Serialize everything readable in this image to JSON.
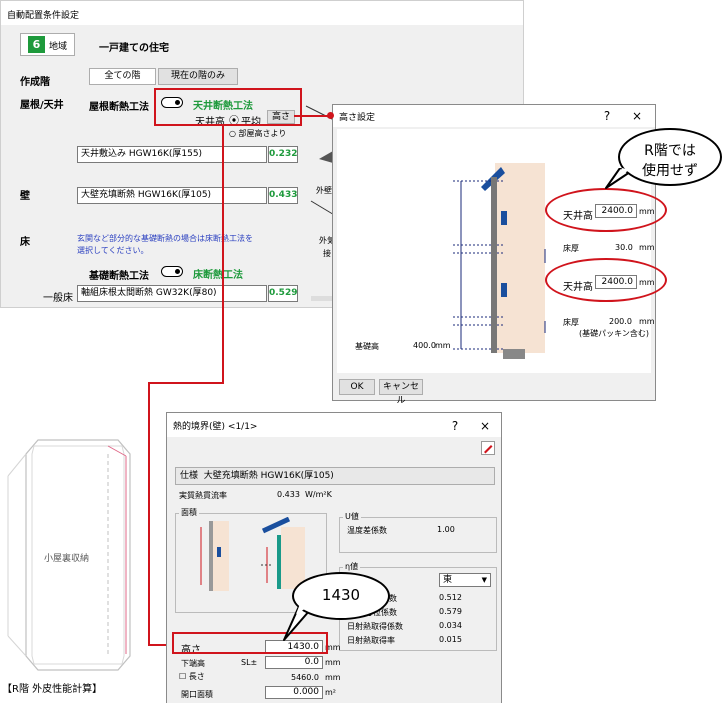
{
  "main_window": {
    "title": "自動配置条件設定",
    "region_number": "6",
    "region_label": "地域",
    "house_type": "一戸建ての住宅",
    "floor_label": "作成階",
    "floor_tab_all": "全ての階",
    "floor_tab_current": "現在の階のみ",
    "roof_label": "屋根/天井",
    "roof_insulation_label": "屋根断熱工法",
    "ceiling_insulation": "天井断熱工法",
    "ceiling_height_label": "天井高",
    "average_label": "平均",
    "height_button": "高さ",
    "room_height_option": "部屋高さより",
    "roof_spec": "天井敷込み HGW16K(厚155)",
    "roof_value": "0.232",
    "wall_label": "壁",
    "wall_spec": "大壁充填断熱 HGW16K(厚105)",
    "wall_value": "0.433",
    "outer_wall_label": "外壁",
    "floor_section_label": "床",
    "floor_note_line1": "玄関など部分的な基礎断熱の場合は床断熱工法を",
    "floor_note_line2": "選択してください。",
    "foundation_label": "基礎断熱工法",
    "floor_insulation": "床断熱工法",
    "general_floor_label": "一般床",
    "floor_spec": "軸組床根太間断熱 GW32K(厚80)",
    "floor_value": "0.529",
    "side_text1": "外気",
    "side_text2": "接"
  },
  "height_dialog": {
    "title": "高さ設定",
    "help": "?",
    "close": "×",
    "ceiling_height_label": "天井高",
    "ceiling_height_1": "2400.0",
    "unit_mm": "mm",
    "floor_thickness_label": "床厚",
    "floor_thickness_1": "30.0",
    "ceiling_height_2": "2400.0",
    "floor_thickness_2": "200.0",
    "floor_note": "(基礎パッキン含む)",
    "foundation_height_label": "基礎高",
    "foundation_height": "400.0",
    "ok": "OK",
    "cancel": "キャンセル"
  },
  "callout_r_floor": {
    "line1": "R階では",
    "line2": "使用せず"
  },
  "callout_height": "1430",
  "boundary_dialog": {
    "title": "熱的境界(壁)",
    "page": "<1/1>",
    "help": "?",
    "close": "×",
    "spec_label": "仕様",
    "spec_value": "大壁充填断熱 HGW16K(厚105)",
    "heat_rate_label": "実質熱貫流率",
    "heat_rate_value": "0.433",
    "heat_rate_unit": "W/m²K",
    "area_label": "面積",
    "u_group": "U値",
    "temp_coeff_label": "温度差係数",
    "temp_coeff_value": "1.00",
    "eta_group": "η値",
    "direction_value": "東",
    "dir_coeff_label": "方位係数",
    "dir_coeff_value": "0.512",
    "dir_coeff_label2": "方位係数",
    "dir_coeff_value2": "0.579",
    "solar_coeff_label": "日射熱取得係数",
    "solar_coeff_value": "0.034",
    "solar_rate_label": "日射熱取得率",
    "solar_rate_value": "0.015",
    "height_label": "高さ",
    "height_value": "1430.0",
    "bottom_label": "下端高",
    "sl_label": "SL±",
    "bottom_value": "0.0",
    "length_label": "長さ",
    "length_value": "5460.0",
    "opening_label": "開口面積",
    "opening_value": "0.000",
    "opening_unit": "m²",
    "mm": "mm"
  },
  "plan": {
    "room_label": "小屋裏収納"
  },
  "caption": "【R階 外皮性能計算】"
}
